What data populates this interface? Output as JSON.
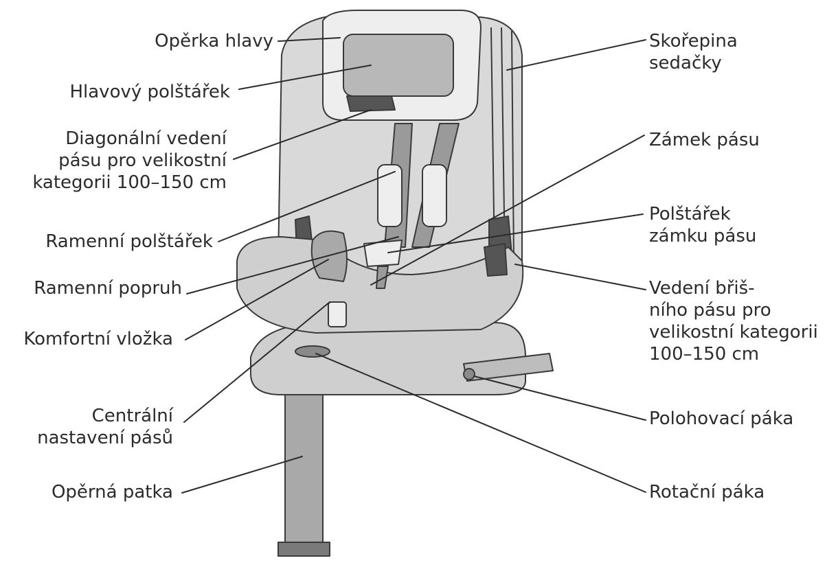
{
  "colors": {
    "seat_fill": "#d9d9d9",
    "seat_dark": "#a9a9a9",
    "seat_light": "#eeeeee",
    "outline": "#3a3a3a",
    "leader": "#2b2b2b",
    "text": "#2b2b2b"
  },
  "labels": {
    "headrest": {
      "lines": [
        "Opěrka hlavy"
      ]
    },
    "head_cushion": {
      "lines": [
        "Hlavový polštářek"
      ]
    },
    "diagonal_guide": {
      "lines": [
        "Diagonální vedení",
        "pásu pro velikostní",
        "kategorii 100–150 cm"
      ]
    },
    "shoulder_pad": {
      "lines": [
        "Ramenní polštářek"
      ]
    },
    "shoulder_strap": {
      "lines": [
        "Ramenní popruh"
      ]
    },
    "comfort_insert": {
      "lines": [
        "Komfortní vložka"
      ]
    },
    "central_adjust": {
      "lines": [
        "Centrální",
        "nastavení pásů"
      ]
    },
    "support_leg": {
      "lines": [
        "Opěrná patka"
      ]
    },
    "seat_shell": {
      "lines": [
        "Skořepina",
        "sedačky"
      ]
    },
    "buckle": {
      "lines": [
        "Zámek pásu"
      ]
    },
    "buckle_pad": {
      "lines": [
        "Polštářek",
        "zámku pásu"
      ]
    },
    "lap_guide": {
      "lines": [
        "Vedení břiš-",
        "ního pásu pro",
        "velikostní kategorii",
        "100–150 cm"
      ]
    },
    "recline_lever": {
      "lines": [
        "Polohovací páka"
      ]
    },
    "rotation_lever": {
      "lines": [
        "Rotační páka"
      ]
    }
  }
}
